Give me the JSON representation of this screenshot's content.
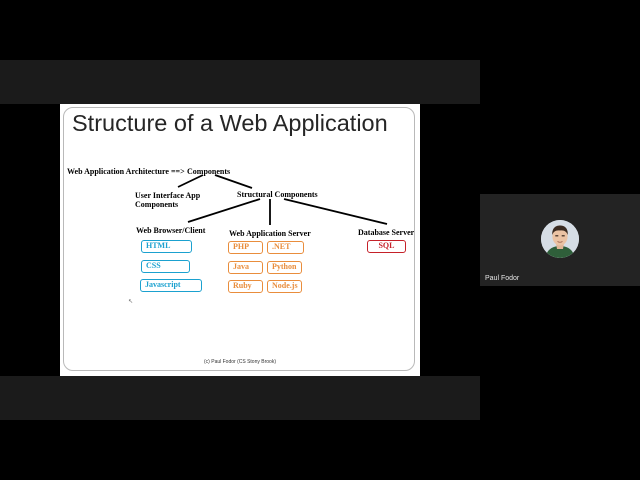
{
  "slide": {
    "title": "Structure of a Web Application",
    "architecture_label": "Web Application Architecture",
    "arrow_text": "==>",
    "components_label": "Components",
    "ui_label_line1": "User Interface  App",
    "ui_label_line2": "Components",
    "structural_label": "Structural Components",
    "browser_label": "Web Browser/Client",
    "server_label": "Web Application Server",
    "db_label": "Database Server",
    "browser_tags": [
      "HTML",
      "CSS",
      "Javascript"
    ],
    "server_tags": [
      "PHP",
      ".NET",
      "Java",
      "Python",
      "Ruby",
      "Node.js"
    ],
    "db_tags": [
      "SQL"
    ],
    "footer": "(c) Paul Fodor (CS Stony Brook)"
  },
  "participant": {
    "name": "Paul Fodor"
  },
  "colors": {
    "background": "#000000",
    "band": "#1b1b1b",
    "tag_blue": "#1ba1cf",
    "tag_orange": "#e98d3c",
    "tag_red": "#c52129",
    "video_tile": "#232323"
  }
}
